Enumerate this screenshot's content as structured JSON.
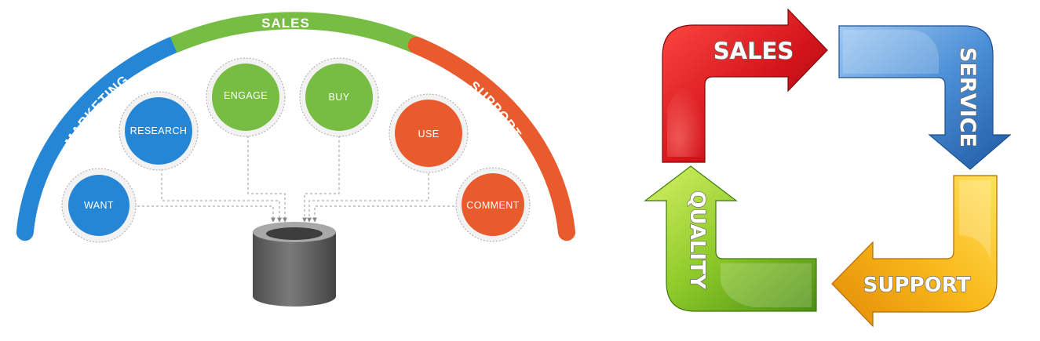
{
  "left_diagram": {
    "arc_segments": [
      {
        "id": "marketing",
        "label": "MARKETING",
        "color": "#2586d6"
      },
      {
        "id": "sales",
        "label": "SALES",
        "color": "#77bd43"
      },
      {
        "id": "support",
        "label": "SUPPORT",
        "color": "#e95a2c"
      }
    ],
    "nodes": [
      {
        "id": "want",
        "label": "WANT",
        "color": "#2586d6"
      },
      {
        "id": "research",
        "label": "RESEARCH",
        "color": "#2586d6"
      },
      {
        "id": "engage",
        "label": "ENGAGE",
        "color": "#77bd43"
      },
      {
        "id": "buy",
        "label": "BUY",
        "color": "#77bd43"
      },
      {
        "id": "use",
        "label": "USE",
        "color": "#e95a2c"
      },
      {
        "id": "comment",
        "label": "COMMENT",
        "color": "#e95a2c"
      }
    ],
    "database_icon": "database-icon"
  },
  "right_diagram": {
    "arrows": [
      {
        "id": "sales",
        "label": "SALES",
        "color": "#d6171d"
      },
      {
        "id": "service",
        "label": "SERVICE",
        "color": "#3f7fc4"
      },
      {
        "id": "support",
        "label": "SUPPORT",
        "color": "#f2b012"
      },
      {
        "id": "quality",
        "label": "QUALITY",
        "color": "#7dbf24"
      }
    ]
  }
}
